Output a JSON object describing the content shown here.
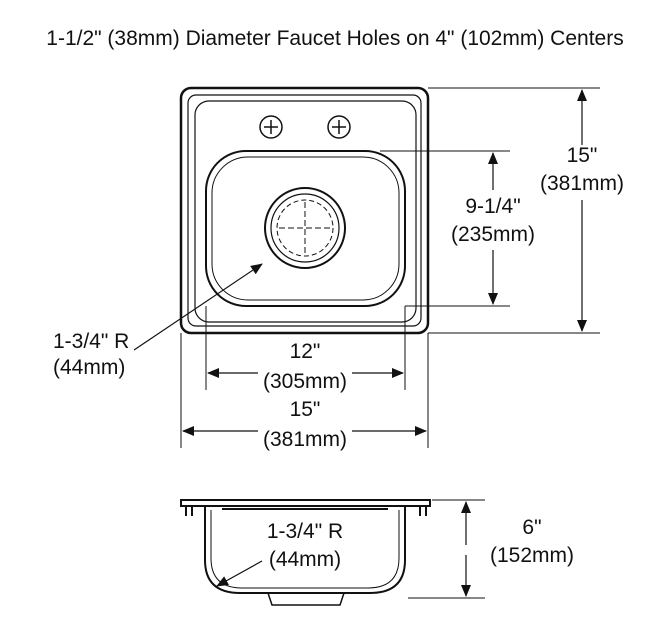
{
  "title": "1-1/2\" (38mm) Diameter Faucet Holes on 4\" (102mm) Centers",
  "top_view": {
    "overall_depth": {
      "in": "15\"",
      "mm": "(381mm)"
    },
    "bowl_depth": {
      "in": "9-1/4\"",
      "mm": "(235mm)"
    },
    "bowl_width": {
      "in": "12\"",
      "mm": "(305mm)"
    },
    "overall_width": {
      "in": "15\"",
      "mm": "(381mm)"
    },
    "corner_radius": {
      "in": "1-3/4\" R",
      "mm": "(44mm)"
    }
  },
  "side_view": {
    "bowl_depth": {
      "in": "6\"",
      "mm": "(152mm)"
    },
    "corner_radius": {
      "in": "1-3/4\" R",
      "mm": "(44mm)"
    }
  }
}
